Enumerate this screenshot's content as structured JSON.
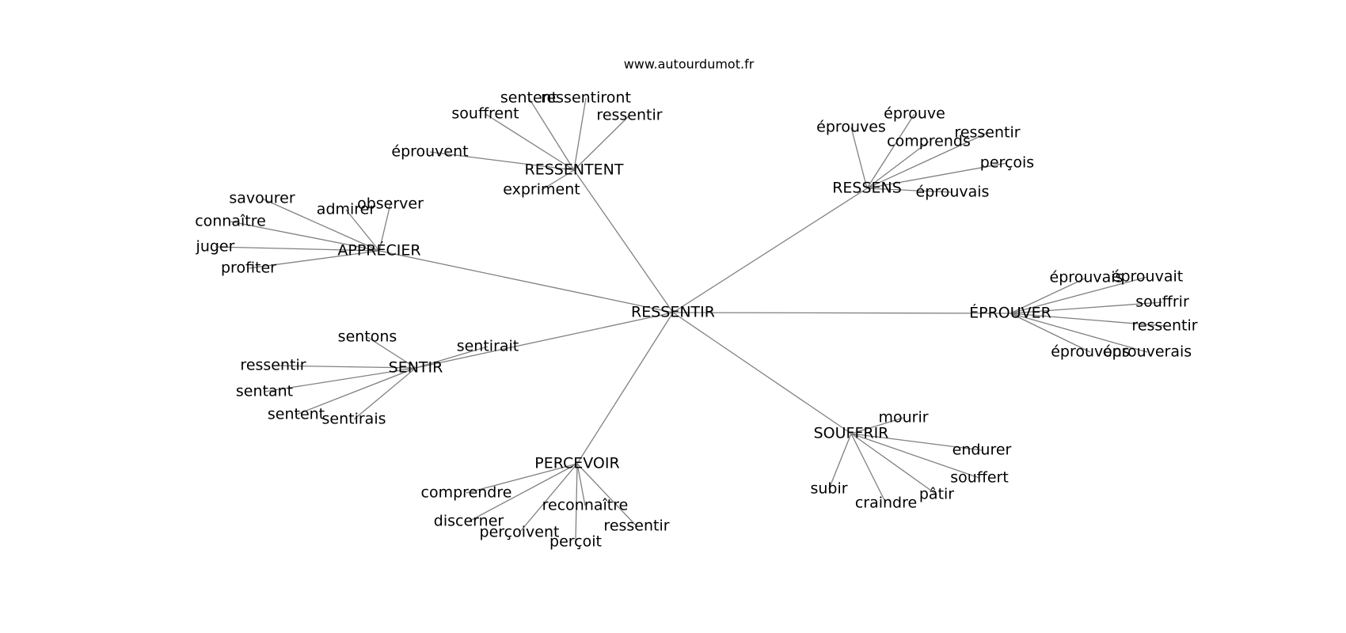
{
  "site": "www.autourdumot.fr",
  "graph": {
    "center": "RESSENTIR",
    "groups": [
      {
        "hub": "RESSENTENT",
        "words": [
          "sentent",
          "ressentiront",
          "souffrent",
          "ressentir",
          "éprouvent",
          "expriment"
        ]
      },
      {
        "hub": "RESSENS",
        "words": [
          "éprouve",
          "éprouves",
          "comprends",
          "ressentir",
          "perçois",
          "éprouvais"
        ]
      },
      {
        "hub": "APPRÉCIER",
        "words": [
          "savourer",
          "admirer",
          "observer",
          "connaître",
          "juger",
          "profiter"
        ]
      },
      {
        "hub": "ÉPROUVER",
        "words": [
          "éprouvais",
          "éprouvait",
          "souffrir",
          "ressentir",
          "éprouvons",
          "éprouverais"
        ]
      },
      {
        "hub": "SENTIR",
        "words": [
          "sentons",
          "sentirait",
          "ressentir",
          "sentant",
          "sentent",
          "sentirais"
        ]
      },
      {
        "hub": "SOUFFRIR",
        "words": [
          "mourir",
          "endurer",
          "souffert",
          "pâtir",
          "craindre",
          "subir"
        ]
      },
      {
        "hub": "PERCEVOIR",
        "words": [
          "comprendre",
          "reconnaître",
          "discerner",
          "ressentir",
          "perçoivent",
          "perçoit"
        ]
      }
    ]
  }
}
